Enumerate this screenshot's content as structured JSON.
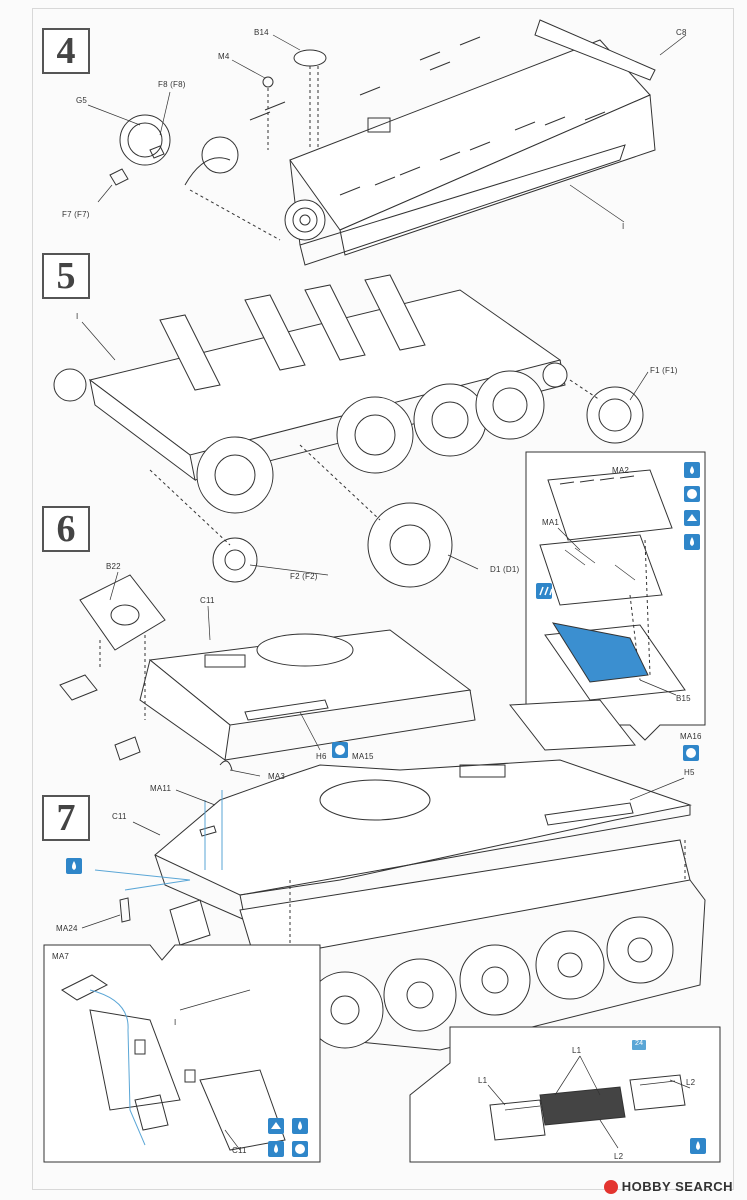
{
  "steps": [
    "4",
    "5",
    "6",
    "7"
  ],
  "labels": {
    "b14": "B14",
    "m4": "M4",
    "c8": "C8",
    "g5": "G5",
    "f8": "F8 (F8)",
    "f7": "F7 (F7)",
    "i_s4": "I",
    "i_s5": "I",
    "f1": "F1 (F1)",
    "f2": "F2 (F2)",
    "d1": "D1 (D1)",
    "ma2": "MA2",
    "ma1": "MA1",
    "b15": "B15",
    "b22": "B22",
    "c11_s6": "C11",
    "h6": "H6",
    "ma15": "MA15",
    "ma16": "MA16",
    "h5": "H5",
    "ma11": "MA11",
    "ma3": "MA3",
    "c11_s7": "C11",
    "ma24": "MA24",
    "ma7": "MA7",
    "i_s7": "I",
    "c11_inset": "C11",
    "l1_a": "L1",
    "l1_b": "L1",
    "l2_a": "L2",
    "l2_b": "L2",
    "track_badge": "24"
  },
  "watermark": {
    "text": "HOBBY SEARCH"
  },
  "colors": {
    "line": "#333333",
    "hint_blue": "#5aa6d6",
    "fill_blue": "#3b8fd0",
    "icon_blue": "#2f86c9",
    "watermark_red": "#e3342f"
  },
  "icons": [
    "paint-drop-icon",
    "mask-icon",
    "spray-icon",
    "water-drop-icon"
  ]
}
